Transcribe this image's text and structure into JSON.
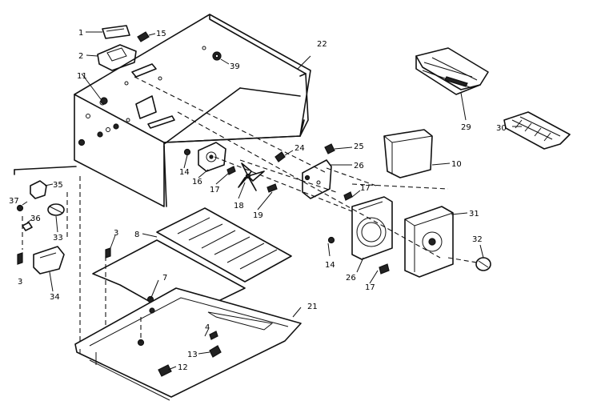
{
  "callouts": {
    "c1": "1",
    "c2": "2",
    "c15": "15",
    "c39": "39",
    "c22": "22",
    "c11": "11",
    "c24": "24",
    "c25": "25",
    "c26a": "26",
    "c26b": "26",
    "c10": "10",
    "c29": "29",
    "c30": "30",
    "c14a": "14",
    "c14b": "14",
    "c16": "16",
    "c17a": "17",
    "c17b": "17",
    "c17c": "17",
    "c18": "18",
    "c19": "19",
    "c35": "35",
    "c37": "37",
    "c36": "36",
    "c33": "33",
    "c3a": "3",
    "c3b": "3",
    "c34": "34",
    "c8": "8",
    "c31": "31",
    "c32": "32",
    "c7": "7",
    "c21": "21",
    "c4": "4",
    "c13": "13",
    "c12": "12"
  }
}
